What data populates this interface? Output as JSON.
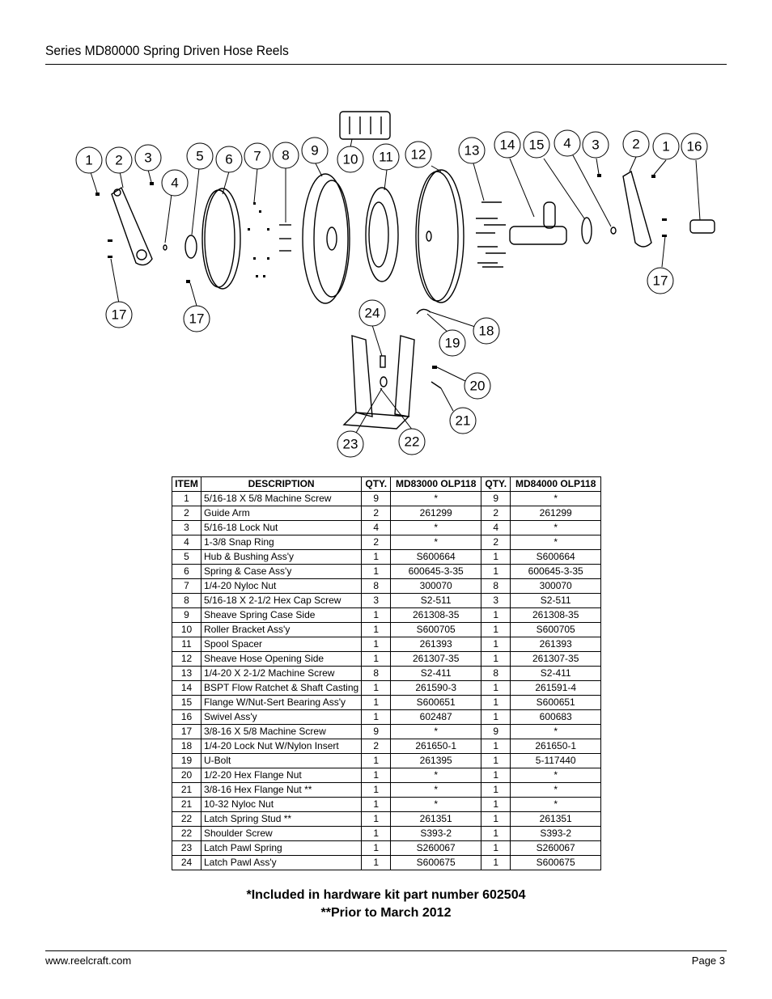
{
  "header": {
    "title": "Series MD80000 Spring Driven Hose Reels"
  },
  "footer": {
    "website": "www.reelcraft.com",
    "page": "Page 3"
  },
  "diagram": {
    "callouts": [
      "1",
      "2",
      "3",
      "4",
      "5",
      "6",
      "7",
      "8",
      "9",
      "10",
      "11",
      "12",
      "13",
      "14",
      "15",
      "4",
      "3",
      "2",
      "1",
      "16",
      "17",
      "17",
      "24",
      "18",
      "19",
      "20",
      "21",
      "22",
      "23",
      "17"
    ]
  },
  "table": {
    "headers": [
      "ITEM",
      "DESCRIPTION",
      "QTY.",
      "MD83000 OLP118",
      "QTY.",
      "MD84000 OLP118"
    ],
    "rows": [
      [
        "1",
        "5/16-18 X 5/8 Machine Screw",
        "9",
        "*",
        "9",
        "*"
      ],
      [
        "2",
        "Guide Arm",
        "2",
        "261299",
        "2",
        "261299"
      ],
      [
        "3",
        "5/16-18 Lock Nut",
        "4",
        "*",
        "4",
        "*"
      ],
      [
        "4",
        "1-3/8 Snap Ring",
        "2",
        "*",
        "2",
        "*"
      ],
      [
        "5",
        "Hub & Bushing Ass'y",
        "1",
        "S600664",
        "1",
        "S600664"
      ],
      [
        "6",
        "Spring & Case Ass'y",
        "1",
        "600645-3-35",
        "1",
        "600645-3-35"
      ],
      [
        "7",
        "1/4-20 Nyloc Nut",
        "8",
        "300070",
        "8",
        "300070"
      ],
      [
        "8",
        "5/16-18 X 2-1/2   Hex Cap Screw",
        "3",
        "S2-511",
        "3",
        "S2-511"
      ],
      [
        "9",
        "Sheave Spring Case Side",
        "1",
        "261308-35",
        "1",
        "261308-35"
      ],
      [
        "10",
        "Roller Bracket Ass'y",
        "1",
        "S600705",
        "1",
        "S600705"
      ],
      [
        "11",
        "Spool Spacer",
        "1",
        "261393",
        "1",
        "261393"
      ],
      [
        "12",
        "Sheave Hose Opening Side",
        "1",
        "261307-35",
        "1",
        "261307-35"
      ],
      [
        "13",
        "1/4-20 X 2-1/2 Machine Screw",
        "8",
        "S2-411",
        "8",
        "S2-411"
      ],
      [
        "14",
        "BSPT Flow Ratchet & Shaft Casting",
        "1",
        "261590-3",
        "1",
        "261591-4"
      ],
      [
        "15",
        "Flange W/Nut-Sert Bearing Ass'y",
        "1",
        "S600651",
        "1",
        "S600651"
      ],
      [
        "16",
        "Swivel Ass'y",
        "1",
        "602487",
        "1",
        "600683"
      ],
      [
        "17",
        "3/8-16 X 5/8 Machine Screw",
        "9",
        "*",
        "9",
        "*"
      ],
      [
        "18",
        "1/4-20 Lock Nut W/Nylon Insert",
        "2",
        "261650-1",
        "1",
        "261650-1"
      ],
      [
        "19",
        "U-Bolt",
        "1",
        "261395",
        "1",
        "5-117440"
      ],
      [
        "20",
        "1/2-20 Hex Flange Nut",
        "1",
        "*",
        "1",
        "*"
      ],
      [
        "21",
        "3/8-16 Hex Flange Nut **",
        "1",
        "*",
        "1",
        "*"
      ],
      [
        "21",
        "10-32 Nyloc Nut",
        "1",
        "*",
        "1",
        "*"
      ],
      [
        "22",
        "Latch Spring Stud **",
        "1",
        "261351",
        "1",
        "261351"
      ],
      [
        "22",
        "Shoulder Screw",
        "1",
        "S393-2",
        "1",
        "S393-2"
      ],
      [
        "23",
        "Latch Pawl Spring",
        "1",
        "S260067",
        "1",
        "S260067"
      ],
      [
        "24",
        "Latch Pawl Ass'y",
        "1",
        "S600675",
        "1",
        "S600675"
      ]
    ]
  },
  "notes": {
    "line1": "*Included in hardware kit part number 602504",
    "line2": "**Prior to March 2012"
  }
}
